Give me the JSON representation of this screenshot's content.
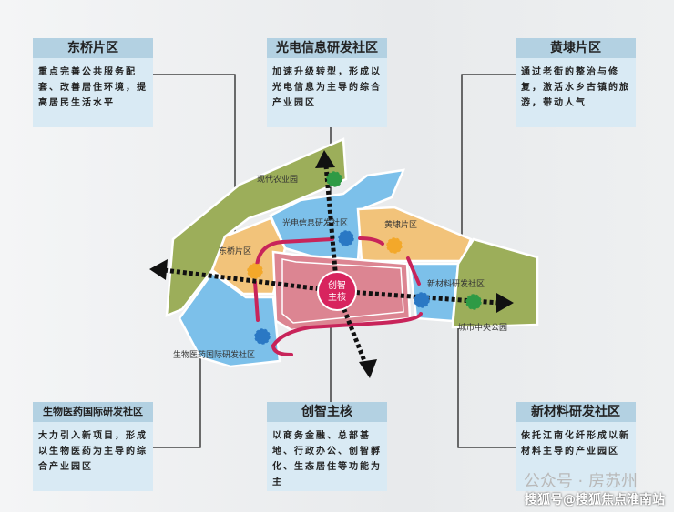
{
  "boxes": {
    "dongqiao": {
      "title": "东桥片区",
      "text": "重点完善公共服务配套、改善居住环境，提高居民生活水平"
    },
    "guangdian": {
      "title": "光电信息研发社区",
      "text": "加速升级转型，形成以光电信息为主导的综合产业园区"
    },
    "huangdai": {
      "title": "黄埭片区",
      "text": "通过老街的整治与修复，激活水乡古镇的旅游，带动人气"
    },
    "shengwu": {
      "title": "生物医药国际研发社区",
      "text": "大力引入新项目，形成以生物医药为主导的综合产业园区"
    },
    "chuangzhi": {
      "title": "创智主核",
      "text": "以商务金融、总部基地、行政办公、创智孵化、生态居住等功能为主"
    },
    "xincailiao": {
      "title": "新材料研发社区",
      "text": "依托江南化纤形成以新材料主导的产业园区"
    }
  },
  "map_labels": {
    "agri": "现代农业园",
    "guangdian": "光电信息研发社区",
    "huangdai": "黄埭片区",
    "dongqiao": "东桥片区",
    "xincailiao": "新材料研发社区",
    "park": "城市中央公园",
    "shengwu": "生物医药国际研发社区",
    "core_1": "创智",
    "core_2": "主核"
  },
  "watermark": {
    "account": "公众号 · 房苏州",
    "source": "搜狐号@搜狐焦点淮南站"
  },
  "colors": {
    "green": "#9cae5a",
    "blue": "#7cc0ea",
    "orange": "#f2c37a",
    "core": "#dc8592",
    "route": "#c8245a"
  }
}
